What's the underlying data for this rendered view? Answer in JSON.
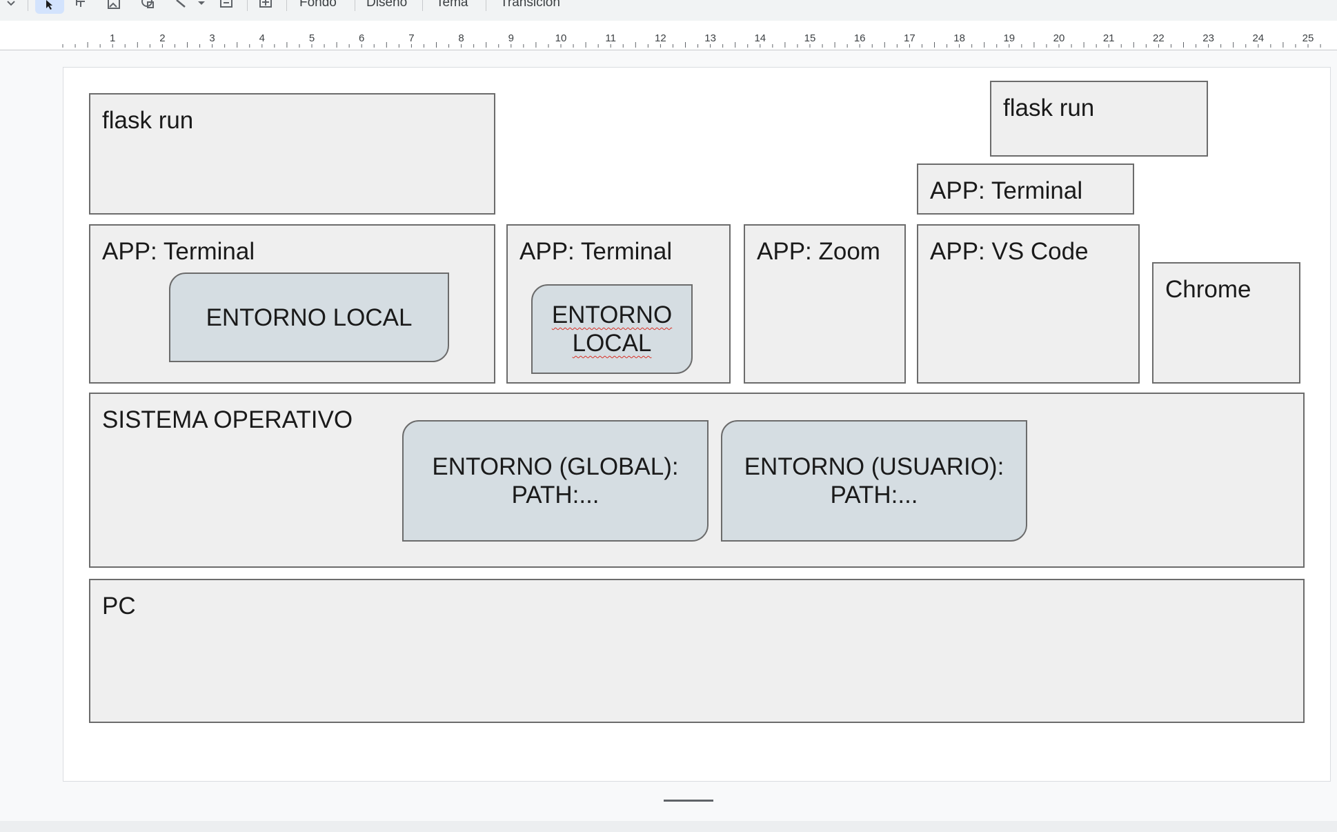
{
  "toolbar": {
    "buttons": [
      "Fondo",
      "Diseño",
      "Tema",
      "Transición"
    ],
    "icons": [
      "chevron-down-icon",
      "cursor-select-icon",
      "text-box-icon",
      "image-icon",
      "shape-icon",
      "line-icon",
      "comment-icon",
      "new-slide-icon"
    ]
  },
  "ruler": {
    "labels": [
      "1",
      "2",
      "3",
      "4",
      "5",
      "6",
      "7",
      "8",
      "9",
      "10",
      "11",
      "12",
      "13",
      "14",
      "15",
      "16",
      "17",
      "18",
      "19",
      "20",
      "21",
      "22",
      "23",
      "24",
      "25"
    ]
  },
  "slide": {
    "flask_run_left": "flask run",
    "flask_run_right": "flask run",
    "terminal_top_right": "APP: Terminal",
    "terminal_1": "APP: Terminal",
    "entorno_local_1": "ENTORNO LOCAL",
    "terminal_2": "APP: Terminal",
    "entorno_local_2_word1": "ENTORNO",
    "entorno_local_2_word2": "LOCAL",
    "zoom": "APP: Zoom",
    "vscode": "APP: VS Code",
    "chrome": "Chrome",
    "sistema_operativo": "SISTEMA OPERATIVO",
    "entorno_global_line1": "ENTORNO (GLOBAL):",
    "entorno_global_line2": "PATH:...",
    "entorno_usuario_line1": "ENTORNO (USUARIO):",
    "entorno_usuario_line2": "PATH:...",
    "pc": "PC"
  },
  "colors": {
    "box_fill": "#efefef",
    "env_fill": "#d5dde2",
    "border": "#6b6b6b",
    "selected_tool": "#d3e3fd"
  }
}
